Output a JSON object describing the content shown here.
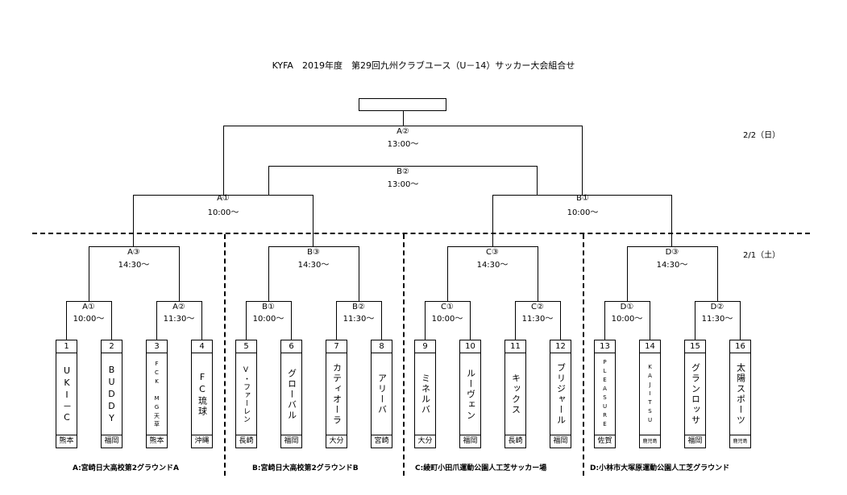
{
  "title": "KYFA　2019年度　第29回九州クラブユース（U－14）サッカー大会組合せ",
  "dates": {
    "day2": "2/2（日）",
    "day1": "2/1（土）"
  },
  "final": {
    "label": "A②",
    "time": "13:00～"
  },
  "third": {
    "label": "B②",
    "time": "13:00～"
  },
  "semis": [
    {
      "label": "A①",
      "time": "10:00～"
    },
    {
      "label": "B①",
      "time": "10:00～"
    }
  ],
  "groups": [
    {
      "final": {
        "label": "A③",
        "time": "14:30～"
      },
      "m1": {
        "label": "A①",
        "time": "10:00～"
      },
      "m2": {
        "label": "A②",
        "time": "11:30～"
      },
      "venue": "A:宮崎日大高校第2グラウンドA"
    },
    {
      "final": {
        "label": "B③",
        "time": "14:30～"
      },
      "m1": {
        "label": "B①",
        "time": "10:00～"
      },
      "m2": {
        "label": "B②",
        "time": "11:30～"
      },
      "venue": "B:宮崎日大高校第2グラウンドB"
    },
    {
      "final": {
        "label": "C③",
        "time": "14:30～"
      },
      "m1": {
        "label": "C①",
        "time": "10:00～"
      },
      "m2": {
        "label": "C②",
        "time": "11:30～"
      },
      "venue": "C:綾町小田爪運動公園人工芝サッカー場"
    },
    {
      "final": {
        "label": "D③",
        "time": "14:30～"
      },
      "m1": {
        "label": "D①",
        "time": "10:00～"
      },
      "m2": {
        "label": "D②",
        "time": "11:30～"
      },
      "venue": "D:小林市大塚原運動公園人工芝グラウンド"
    }
  ],
  "teams": [
    {
      "num": "1",
      "name": "UKI－C",
      "pref": "熊本"
    },
    {
      "num": "2",
      "name": "BUDDY",
      "pref": "福岡"
    },
    {
      "num": "3",
      "name": "FCK　MG天草",
      "pref": "熊本"
    },
    {
      "num": "4",
      "name": "FC琉球",
      "pref": "沖縄"
    },
    {
      "num": "5",
      "name": "V・ファーレン",
      "pref": "長崎"
    },
    {
      "num": "6",
      "name": "グローバル",
      "pref": "福岡"
    },
    {
      "num": "7",
      "name": "カティオーラ",
      "pref": "大分"
    },
    {
      "num": "8",
      "name": "アリーバ",
      "pref": "宮崎"
    },
    {
      "num": "9",
      "name": "ミネルバ",
      "pref": "大分"
    },
    {
      "num": "10",
      "name": "ルーヴェン",
      "pref": "福岡"
    },
    {
      "num": "11",
      "name": "キックス",
      "pref": "長崎"
    },
    {
      "num": "12",
      "name": "ブリジャール",
      "pref": "福岡"
    },
    {
      "num": "13",
      "name": "PLEASURE",
      "pref": "佐賀"
    },
    {
      "num": "14",
      "name": "KAJITSU",
      "pref": "鹿児島"
    },
    {
      "num": "15",
      "name": "グランロッサ",
      "pref": "福岡"
    },
    {
      "num": "16",
      "name": "太陽スポーツ",
      "pref": "鹿児島"
    }
  ]
}
